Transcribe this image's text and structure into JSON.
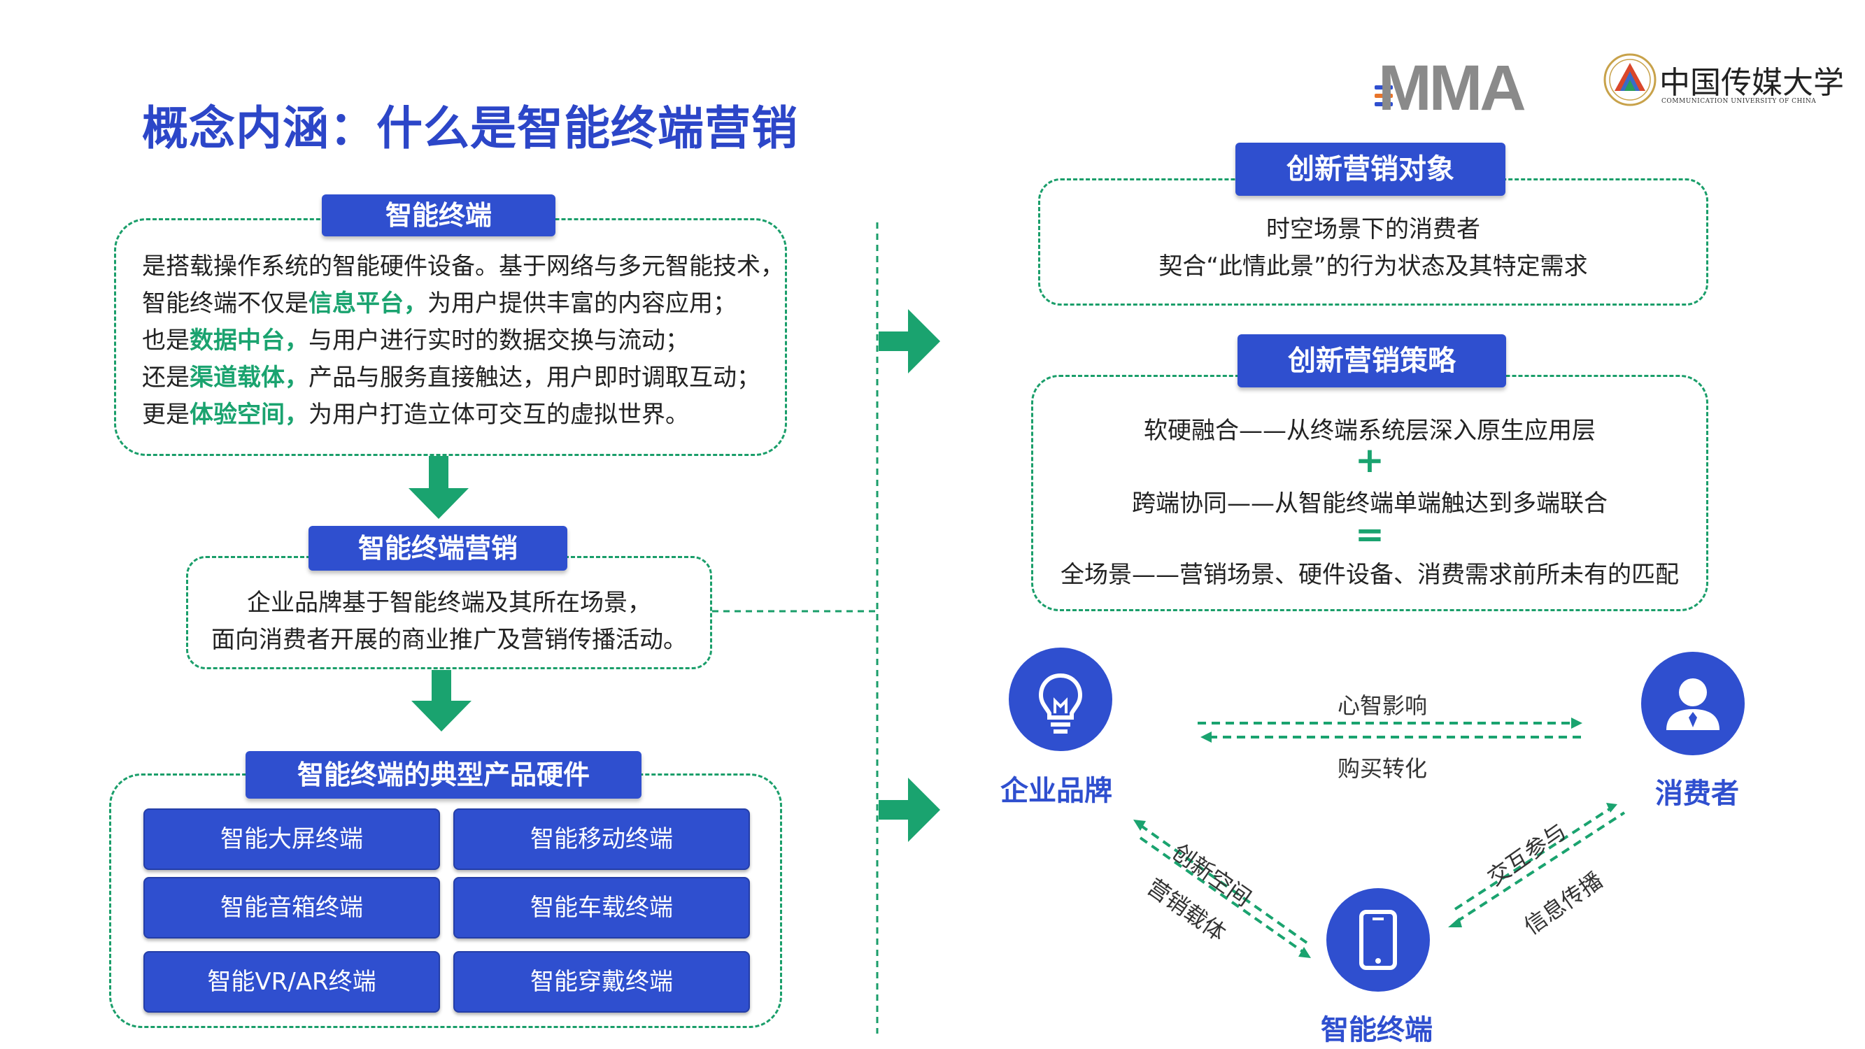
{
  "page": {
    "title": "概念内涵：什么是智能终端营销",
    "logos": {
      "mma": "MMA",
      "cuc_name": "中国传媒大学",
      "cuc_english": "COMMUNICATION UNIVERSITY OF CHINA"
    }
  },
  "left": {
    "terminal": {
      "tag": "智能终端",
      "lines": [
        {
          "plain": "是搭载操作系统的智能硬件设备。基于网络与多元智能技术，"
        },
        {
          "pre": "智能终端不仅是",
          "hl": "信息平台，",
          "post": "为用户提供丰富的内容应用；"
        },
        {
          "pre": "也是",
          "hl": "数据中台，",
          "post": "与用户进行实时的数据交换与流动；"
        },
        {
          "pre": "还是",
          "hl": "渠道载体，",
          "post": "产品与服务直接触达，用户即时调取互动；"
        },
        {
          "pre": "更是",
          "hl": "体验空间，",
          "post": "为用户打造立体可交互的虚拟世界。"
        }
      ]
    },
    "marketing": {
      "tag": "智能终端营销",
      "lines": [
        "企业品牌基于智能终端及其所在场景，",
        "面向消费者开展的商业推广及营销传播活动。"
      ]
    },
    "products": {
      "tag": "智能终端的典型产品硬件",
      "items": [
        "智能大屏终端",
        "智能移动终端",
        "智能音箱终端",
        "智能车载终端",
        "智能VR/AR终端",
        "智能穿戴终端"
      ]
    }
  },
  "right": {
    "object": {
      "tag": "创新营销对象",
      "lines": [
        "时空场景下的消费者",
        "契合“此情此景”的行为状态及其特定需求"
      ]
    },
    "strategy": {
      "tag": "创新营销策略",
      "line1": "软硬融合——从终端系统层深入原生应用层",
      "plus": "+",
      "line2": "跨端协同——从智能终端单端触达到多端联合",
      "equals": "=",
      "line3": "全场景——营销场景、硬件设备、消费需求前所未有的匹配"
    },
    "diagram": {
      "brand": "企业品牌",
      "consumer": "消费者",
      "terminal": "智能终端",
      "top_label": "心智影响",
      "bottom_label": "购买转化",
      "left_label_1": "创新空间",
      "left_label_2": "营销载体",
      "right_label_1": "交互参与",
      "right_label_2": "信息传播"
    }
  },
  "colors": {
    "primary": "#2f4fcf",
    "accent_green": "#1aa36f",
    "title": "#2c46c8"
  }
}
